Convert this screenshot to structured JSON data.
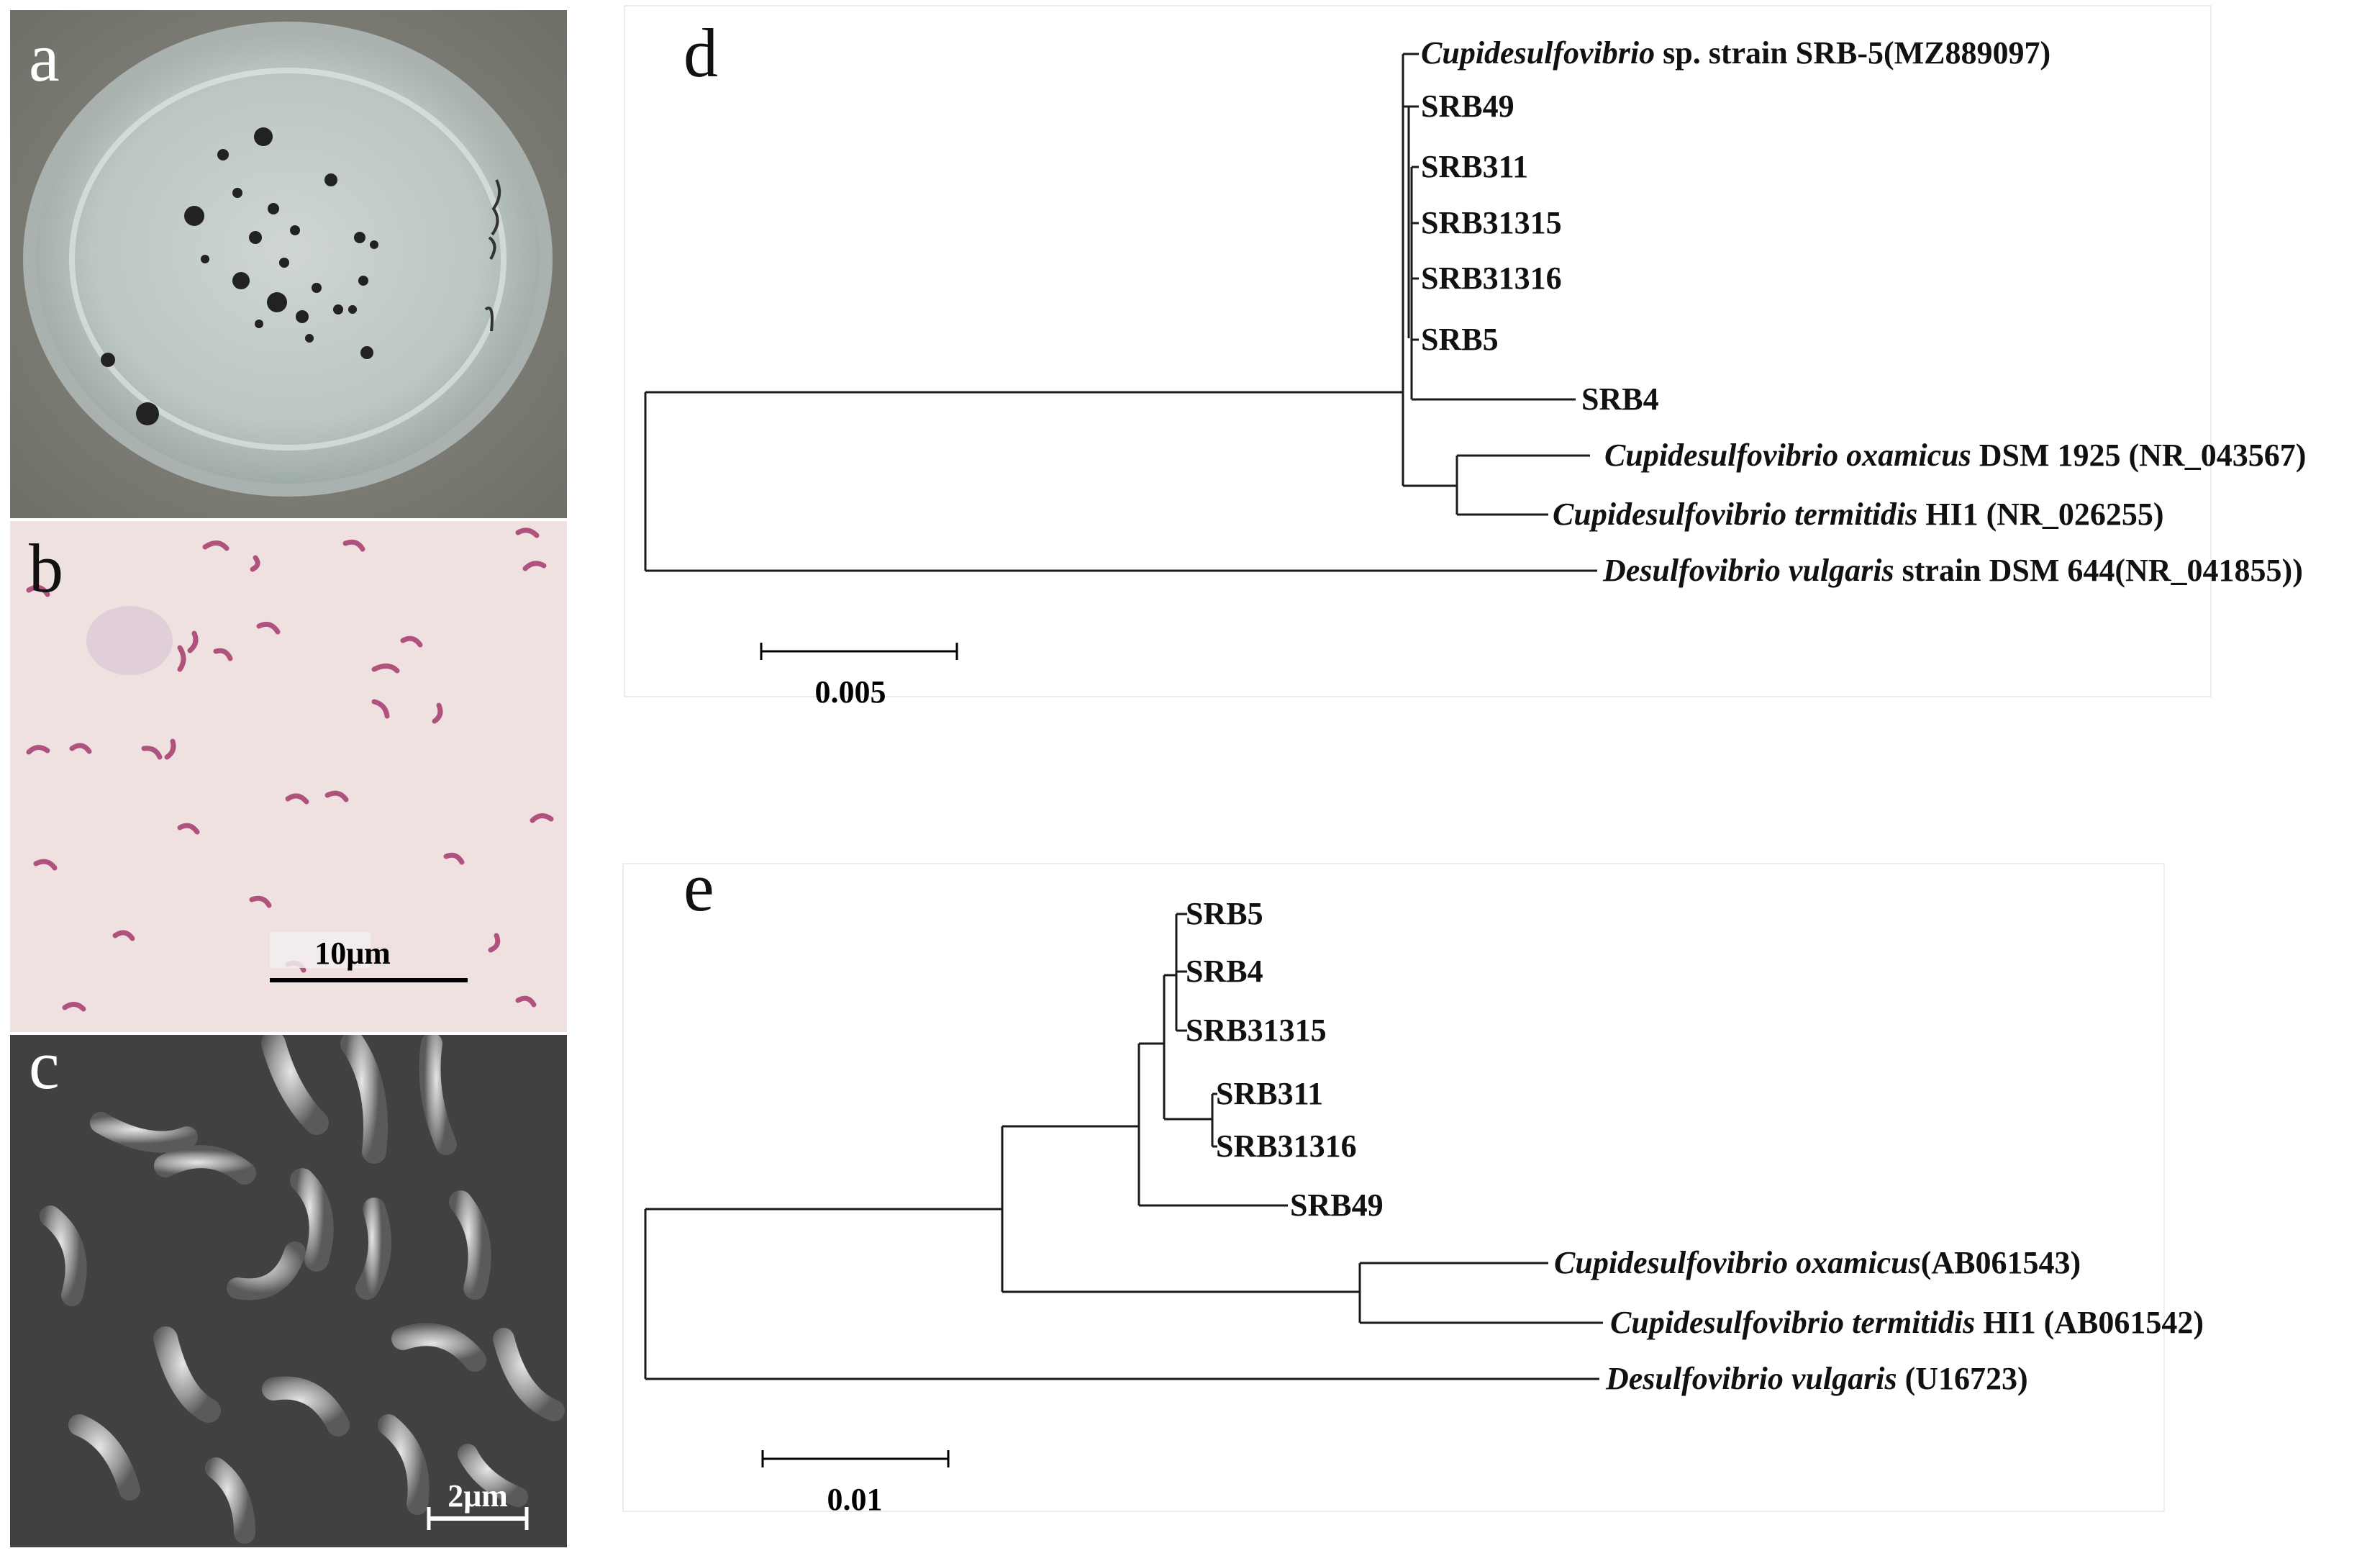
{
  "panels": {
    "a": {
      "letter": "a"
    },
    "b": {
      "letter": "b",
      "scale_label": "10μm"
    },
    "c": {
      "letter": "c",
      "scale_label": "2μm"
    }
  },
  "tree_d": {
    "letter": "d",
    "scale_label": "0.005",
    "leaves": [
      {
        "italic": "Cupidesulfovibrio",
        "plain": " sp. strain SRB-5(MZ889097)"
      },
      {
        "italic": "",
        "plain": "SRB49"
      },
      {
        "italic": "",
        "plain": "SRB311"
      },
      {
        "italic": "",
        "plain": "SRB31315"
      },
      {
        "italic": "",
        "plain": "SRB31316"
      },
      {
        "italic": "",
        "plain": "SRB5"
      },
      {
        "italic": "",
        "plain": "SRB4"
      },
      {
        "italic": "Cupidesulfovibrio oxamicus",
        "plain": " DSM 1925 (NR_043567)"
      },
      {
        "italic": "Cupidesulfovibrio termitidis",
        "plain": " HI1 (NR_026255)"
      },
      {
        "italic": "Desulfovibrio vulgaris",
        "plain": " strain DSM 644(NR_041855))"
      }
    ]
  },
  "tree_e": {
    "letter": "e",
    "scale_label": "0.01",
    "leaves": [
      {
        "italic": "",
        "plain": "SRB5"
      },
      {
        "italic": "",
        "plain": "SRB4"
      },
      {
        "italic": "",
        "plain": "SRB31315"
      },
      {
        "italic": "",
        "plain": "SRB311"
      },
      {
        "italic": "",
        "plain": "SRB31316"
      },
      {
        "italic": "",
        "plain": "SRB49"
      },
      {
        "italic": "Cupidesulfovibrio oxamicus",
        "plain": "(AB061543)"
      },
      {
        "italic": "Cupidesulfovibrio termitidis",
        "plain": " HI1 (AB061542)"
      },
      {
        "italic": "Desulfovibrio vulgaris",
        "plain": " (U16723)"
      }
    ]
  }
}
